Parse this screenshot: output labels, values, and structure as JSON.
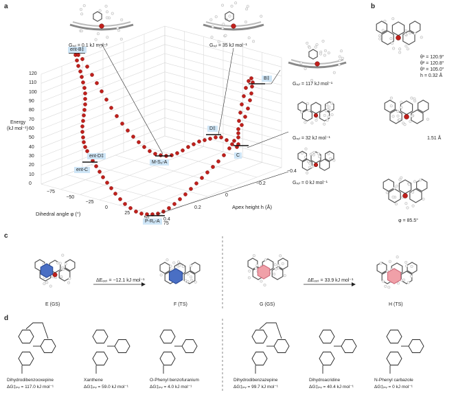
{
  "panels": {
    "a": "a",
    "b": "b",
    "c": "c",
    "d": "d"
  },
  "chart_data": {
    "type": "scatter",
    "zlabel_line1": "Energy",
    "zlabel_line2": "(kJ mol⁻¹)",
    "xlabel": "Dihedral angle φ (°)",
    "ylabel": "Apex height h (Å)",
    "z_ticks": [
      "120",
      "110",
      "100",
      "90",
      "80",
      "70",
      "60",
      "50",
      "40",
      "30",
      "20",
      "10",
      "0"
    ],
    "x_ticks": [
      "−75",
      "−50",
      "−25",
      "0",
      "25",
      "50",
      "75"
    ],
    "y_ticks": [
      "−0.4",
      "−0.2",
      "0",
      "0.2",
      "0.4"
    ],
    "states": [
      {
        "name": "ent-B‡",
        "energy": 117
      },
      {
        "name": "B‡",
        "energy": 117
      },
      {
        "name": "D‡",
        "energy": 35
      },
      {
        "name": "ent-D‡",
        "energy": 35
      },
      {
        "name": "M-Sₒ-A",
        "energy": 0.1
      },
      {
        "name": "C",
        "energy": 32
      },
      {
        "name": "ent-C",
        "energy": 32
      },
      {
        "name": "P-Rₒ-A",
        "energy": 0
      }
    ]
  },
  "energies": {
    "top_left": "Gᵣₑₗ = 0.1 kJ mol⁻¹",
    "top_mid": "Gᵣₑₗ = 35 kJ mol⁻¹",
    "right_1": "Gᵣₑₗ = 117 kJ mol⁻¹",
    "right_2": "Gᵣₑₗ = 32 kJ mol⁻¹",
    "right_3": "Gᵣₑₗ = 0 kJ mol⁻¹"
  },
  "state_tags": {
    "entB": "ent-B‡",
    "B": "B‡",
    "D": "D‡",
    "entD": "ent-D‡",
    "MSA": "M-Sₒ-A",
    "C": "C",
    "entC": "ent-C",
    "PRA": "P-Rₒ-A"
  },
  "panel_b": {
    "theta1": "θ¹ = 120.9°",
    "theta2": "θ² = 120.8°",
    "theta3": "θ³ = 105.0°",
    "h": "h = 0.32 Å",
    "bond": "1.51 Å",
    "phi": "φ = 85.5°"
  },
  "panel_c": {
    "e_label": "E (GS)",
    "f_label": "F (TS)",
    "g_label": "G (GS)",
    "h_label": "H (TS)",
    "left_arrow": "ΔEₑₑₜ = −12.1 kJ mol⁻¹",
    "right_arrow": "ΔEₑₑₜ = 33.9 kJ mol⁻¹"
  },
  "panel_d": [
    {
      "name": "Dihydrodibenzooxepine",
      "value": "ΔG‡ᵢₙᵥ = 117.0 kJ mol⁻¹"
    },
    {
      "name": "Xanthene",
      "value": "ΔG‡ᵢₙᵥ = 59.0 kJ mol⁻¹"
    },
    {
      "name": "O-Phenyl benzofuranium",
      "value": "ΔG‡ᵢₙᵥ = 4.0 kJ mol⁻¹"
    },
    {
      "name": "Dihydrodibenzazepine",
      "value": "ΔG‡ᵢₙᵥ = 99.7 kJ mol⁻¹"
    },
    {
      "name": "Dihydroacridine",
      "value": "ΔG‡ᵢₙᵥ = 40.4 kJ mol⁻¹"
    },
    {
      "name": "N-Phenyl carbazole",
      "value": "ΔG‡ᵢₙᵥ = 0 kJ mol⁻¹"
    }
  ],
  "colors": {
    "atom_red": "#c0201c",
    "tag_blue": "#cfe6f7",
    "blue_ring": "#4a6fc4",
    "pink_ring": "#f0a0a8"
  }
}
